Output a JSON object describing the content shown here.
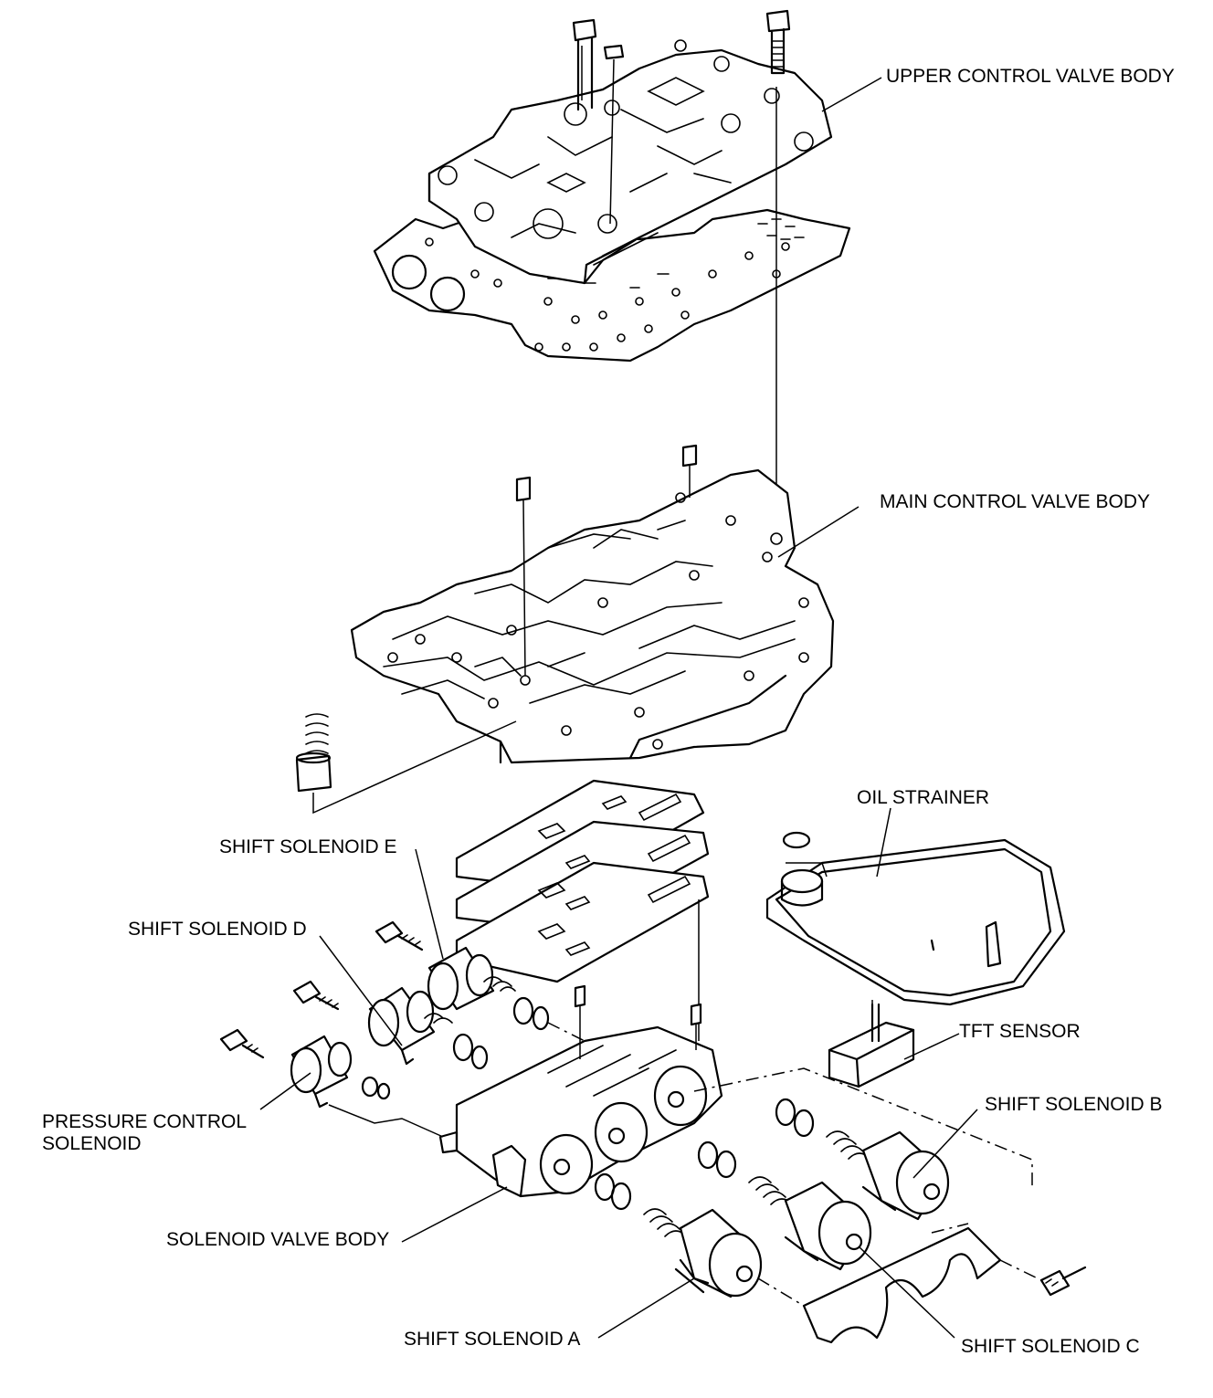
{
  "labels": {
    "upper_control_valve_body": "UPPER CONTROL VALVE BODY",
    "main_control_valve_body": "MAIN CONTROL VALVE BODY",
    "oil_strainer": "OIL STRAINER",
    "shift_solenoid_e": "SHIFT SOLENOID E",
    "shift_solenoid_d": "SHIFT SOLENOID D",
    "tft_sensor": "TFT SENSOR",
    "pressure_control_solenoid": "PRESSURE CONTROL SOLENOID",
    "shift_solenoid_b": "SHIFT SOLENOID B",
    "solenoid_valve_body": "SOLENOID VALVE BODY",
    "shift_solenoid_a": "SHIFT SOLENOID A",
    "shift_solenoid_c": "SHIFT SOLENOID C"
  }
}
